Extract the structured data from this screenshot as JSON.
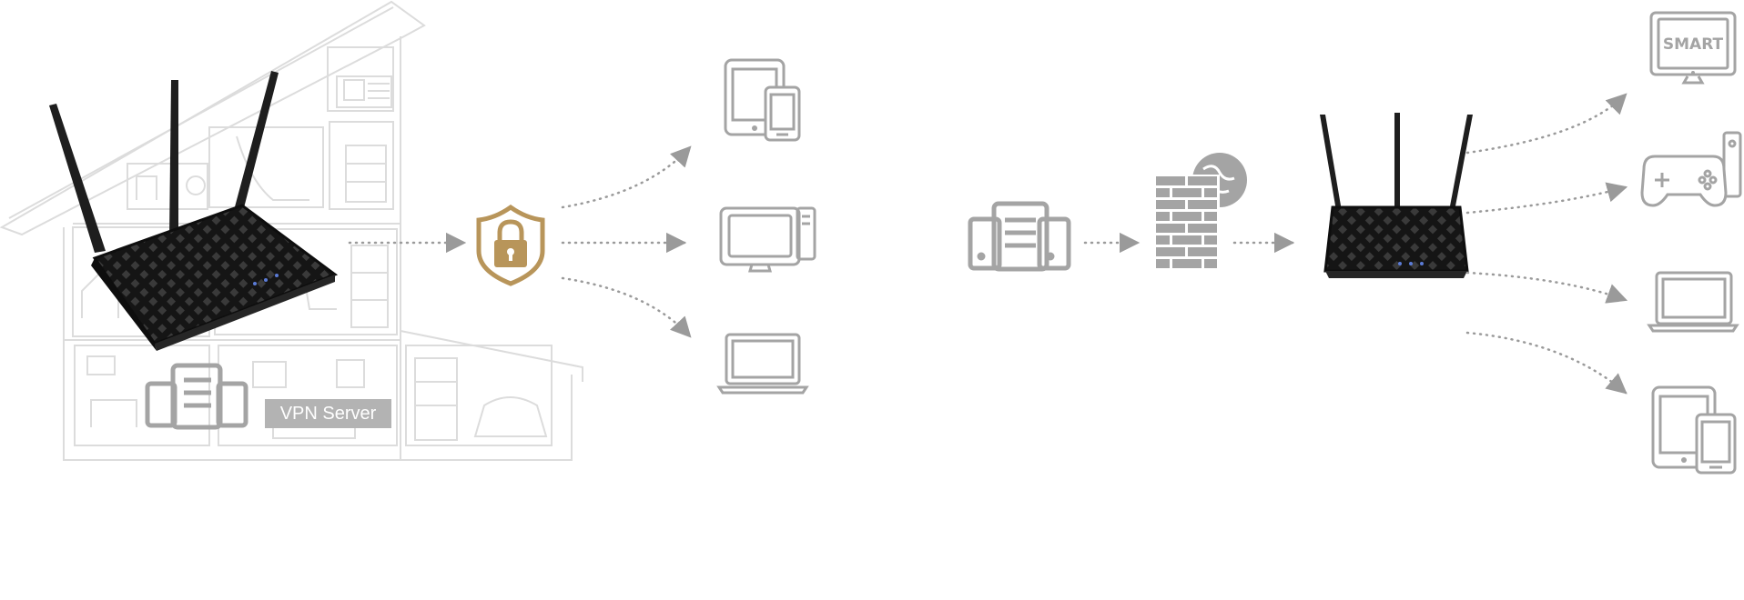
{
  "vpn_server": {
    "label": "VPN Server"
  },
  "devices": {
    "smart_tv_text": "SMART"
  },
  "colors": {
    "icon_gray": "#a4a4a4",
    "house_line": "#dcdcdc",
    "shield_gold": "#b8955a",
    "router_black": "#1a1a1a",
    "arrow_dots": "#9a9a9a",
    "label_bg": "#b3b3b3"
  },
  "icons": [
    "house-illustration",
    "router",
    "vpn-server-icon",
    "shield-lock-icon",
    "tablet-phone-icon",
    "desktop-pc-icon",
    "laptop-icon",
    "server-icon",
    "firewall-globe-icon",
    "smart-tv-icon",
    "game-console-icon"
  ]
}
